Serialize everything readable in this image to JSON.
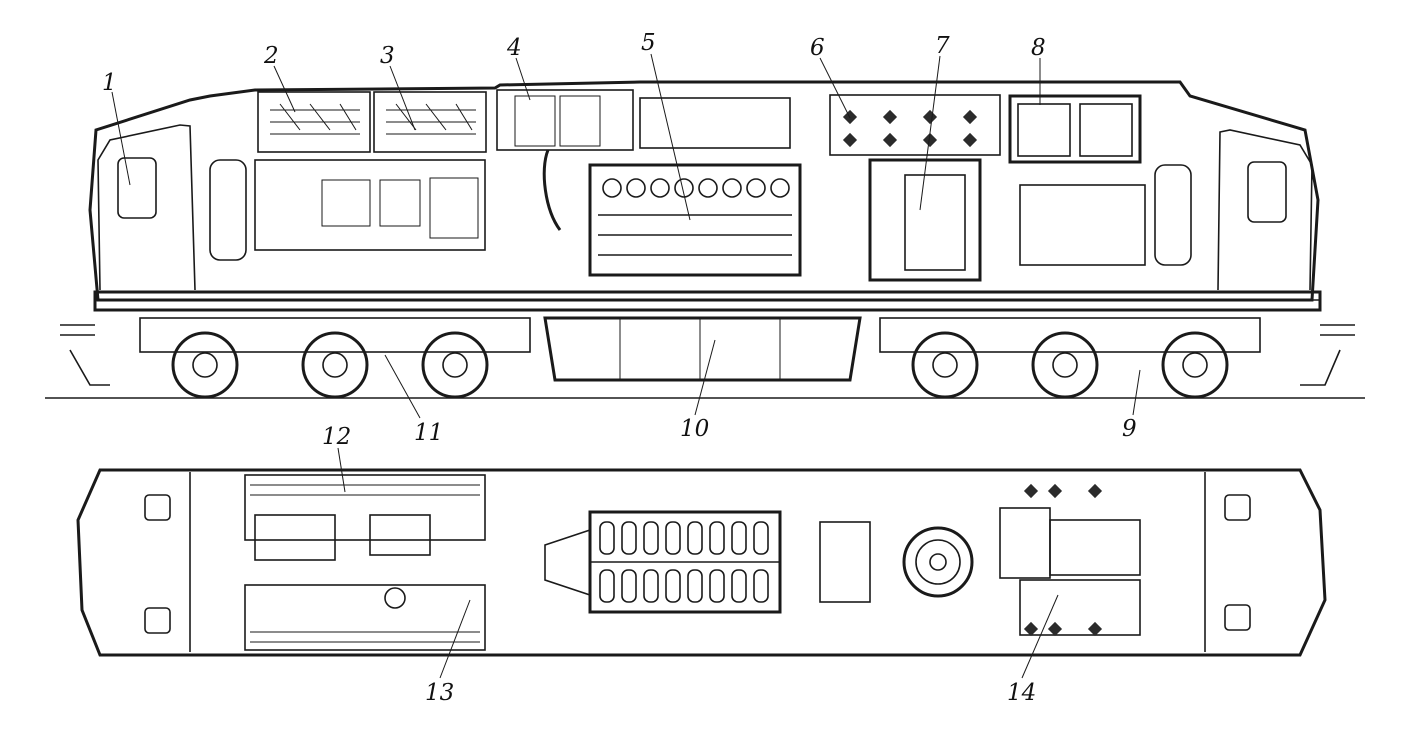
{
  "side_view": {
    "callouts": [
      {
        "id": "1",
        "text": "1"
      },
      {
        "id": "2",
        "text": "2"
      },
      {
        "id": "3",
        "text": "3"
      },
      {
        "id": "4",
        "text": "4"
      },
      {
        "id": "5",
        "text": "5"
      },
      {
        "id": "6",
        "text": "6"
      },
      {
        "id": "7",
        "text": "7"
      },
      {
        "id": "8",
        "text": "8"
      },
      {
        "id": "9",
        "text": "9"
      },
      {
        "id": "10",
        "text": "10"
      },
      {
        "id": "11",
        "text": "11"
      }
    ]
  },
  "plan_view": {
    "callouts": [
      {
        "id": "12",
        "text": "12"
      },
      {
        "id": "13",
        "text": "13"
      },
      {
        "id": "14",
        "text": "14"
      }
    ]
  },
  "colors": {
    "ink": "#1a1a1a",
    "background": "#ffffff",
    "shade": "#bdbdbd"
  }
}
